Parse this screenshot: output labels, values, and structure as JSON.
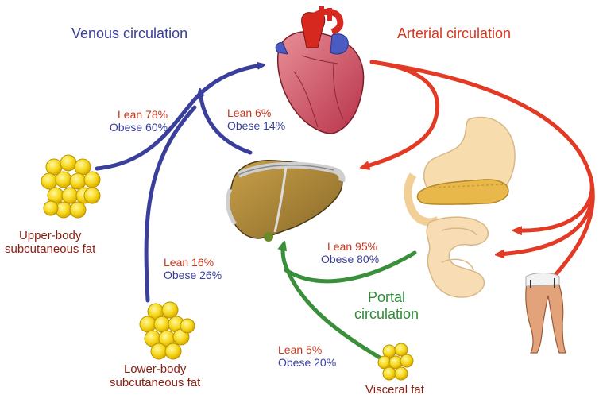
{
  "titles": {
    "venous": "Venous circulation",
    "arterial": "Arterial circulation",
    "portal_line1": "Portal",
    "portal_line2": "circulation"
  },
  "fat_depots": {
    "upper_line1": "Upper-body",
    "upper_line2": "subcutaneous fat",
    "lower_line1": "Lower-body",
    "lower_line2": "subcutaneous fat",
    "visceral": "Visceral fat"
  },
  "flows": {
    "upper_to_heart": {
      "lean": "Lean 78%",
      "obese": "Obese 60%"
    },
    "liver_to_heart": {
      "lean": "Lean 6%",
      "obese": "Obese 14%"
    },
    "lower_to_heart": {
      "lean": "Lean 16%",
      "obese": "Obese 26%"
    },
    "gut_to_liver": {
      "lean": "Lean 95%",
      "obese": "Obese 80%"
    },
    "visceral_to_liver": {
      "lean": "Lean 5%",
      "obese": "Obese 20%"
    }
  },
  "colors": {
    "venous": "#3a3f9c",
    "arterial": "#e23a24",
    "portal": "#3a8f3a",
    "fat": "#f6d81a",
    "lean_text": "#c9361e",
    "obese_text": "#3a3f9c"
  }
}
